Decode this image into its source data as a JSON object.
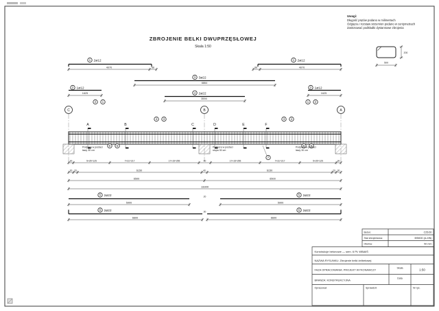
{
  "header": {
    "title": "ZBROJENIE BELKI DWUPRZĘSŁOWEJ",
    "scale": "Skala 1:50"
  },
  "notes": {
    "heading": "Uwagi:",
    "line1": "Długość prętów podano w milimetrach",
    "line2": "Odgięcia i rozstaw strzemion podano w centymetrach",
    "line3": "Zastosować podkładki dystansowe zbrojenia"
  },
  "detail": {
    "width_dim": "500",
    "height_dim": "200"
  },
  "axes": {
    "left": "C",
    "center": "B",
    "right": "A"
  },
  "sections": [
    "A",
    "B",
    "C",
    "D",
    "E",
    "F"
  ],
  "bars": {
    "n1": {
      "no": "1",
      "spec": "2⌀12",
      "len": "4070",
      "hook": "88"
    },
    "n2": {
      "no": "2",
      "spec": "1⌀12",
      "len": "1625"
    },
    "n3": {
      "no": "3",
      "spec": "3⌀22",
      "len": "6864"
    },
    "n4": {
      "no": "4",
      "spec": "2⌀22",
      "len": "3594"
    },
    "n5": {
      "no": "5",
      "spec": "2⌀22",
      "len": "5900"
    },
    "n6": {
      "no": "6",
      "spec": "2⌀22",
      "len": "6600"
    },
    "n7": {
      "no": "7"
    }
  },
  "supports": {
    "left1": "Podpora w postaci",
    "left2": "ławy 30 cm",
    "mid1": "Podpora w postaci",
    "mid2": "słupa 30 cm",
    "right1": "Podpora w postaci",
    "right2": "ławy 30 cm"
  },
  "dims": {
    "stirrups": [
      "30",
      "5×25=125",
      "7×31=217",
      "17×15=255",
      "40",
      "17×15=255",
      "7×31=217",
      "5×25=125",
      "30"
    ],
    "row2": [
      "30",
      "20",
      "6150",
      "40",
      "6150",
      "20",
      "30"
    ],
    "span_left": "6500",
    "span_right": "6500",
    "total": "13300",
    "gap5": "20",
    "gap6": "30"
  },
  "titleblock": {
    "materials": {
      "beton_label": "Beton:",
      "beton": "C25/30",
      "stal_label": "Stal zbrojeniowa:",
      "stal": "BSt500 (A-IIIN)",
      "otulina_label": "Otulina:",
      "otulina": "50 mm"
    },
    "course": "Konstrukcje betonowe — sem. 6 PŁ WBAiIŚ",
    "name": "NAZWA RYSUNKU: Zbrojenie belki żelbetowej",
    "phase": "FAZA OPRACOWANIA: PROJEKT WYKONAWCZY",
    "scale_label": "Skala",
    "scale_value": "1:50",
    "branch": "BRANŻA: KONSTRUKCYJNA",
    "date_label": "Data",
    "author": "Opracował:",
    "checker": "Sprawdził:",
    "nr": "Nr rys."
  }
}
